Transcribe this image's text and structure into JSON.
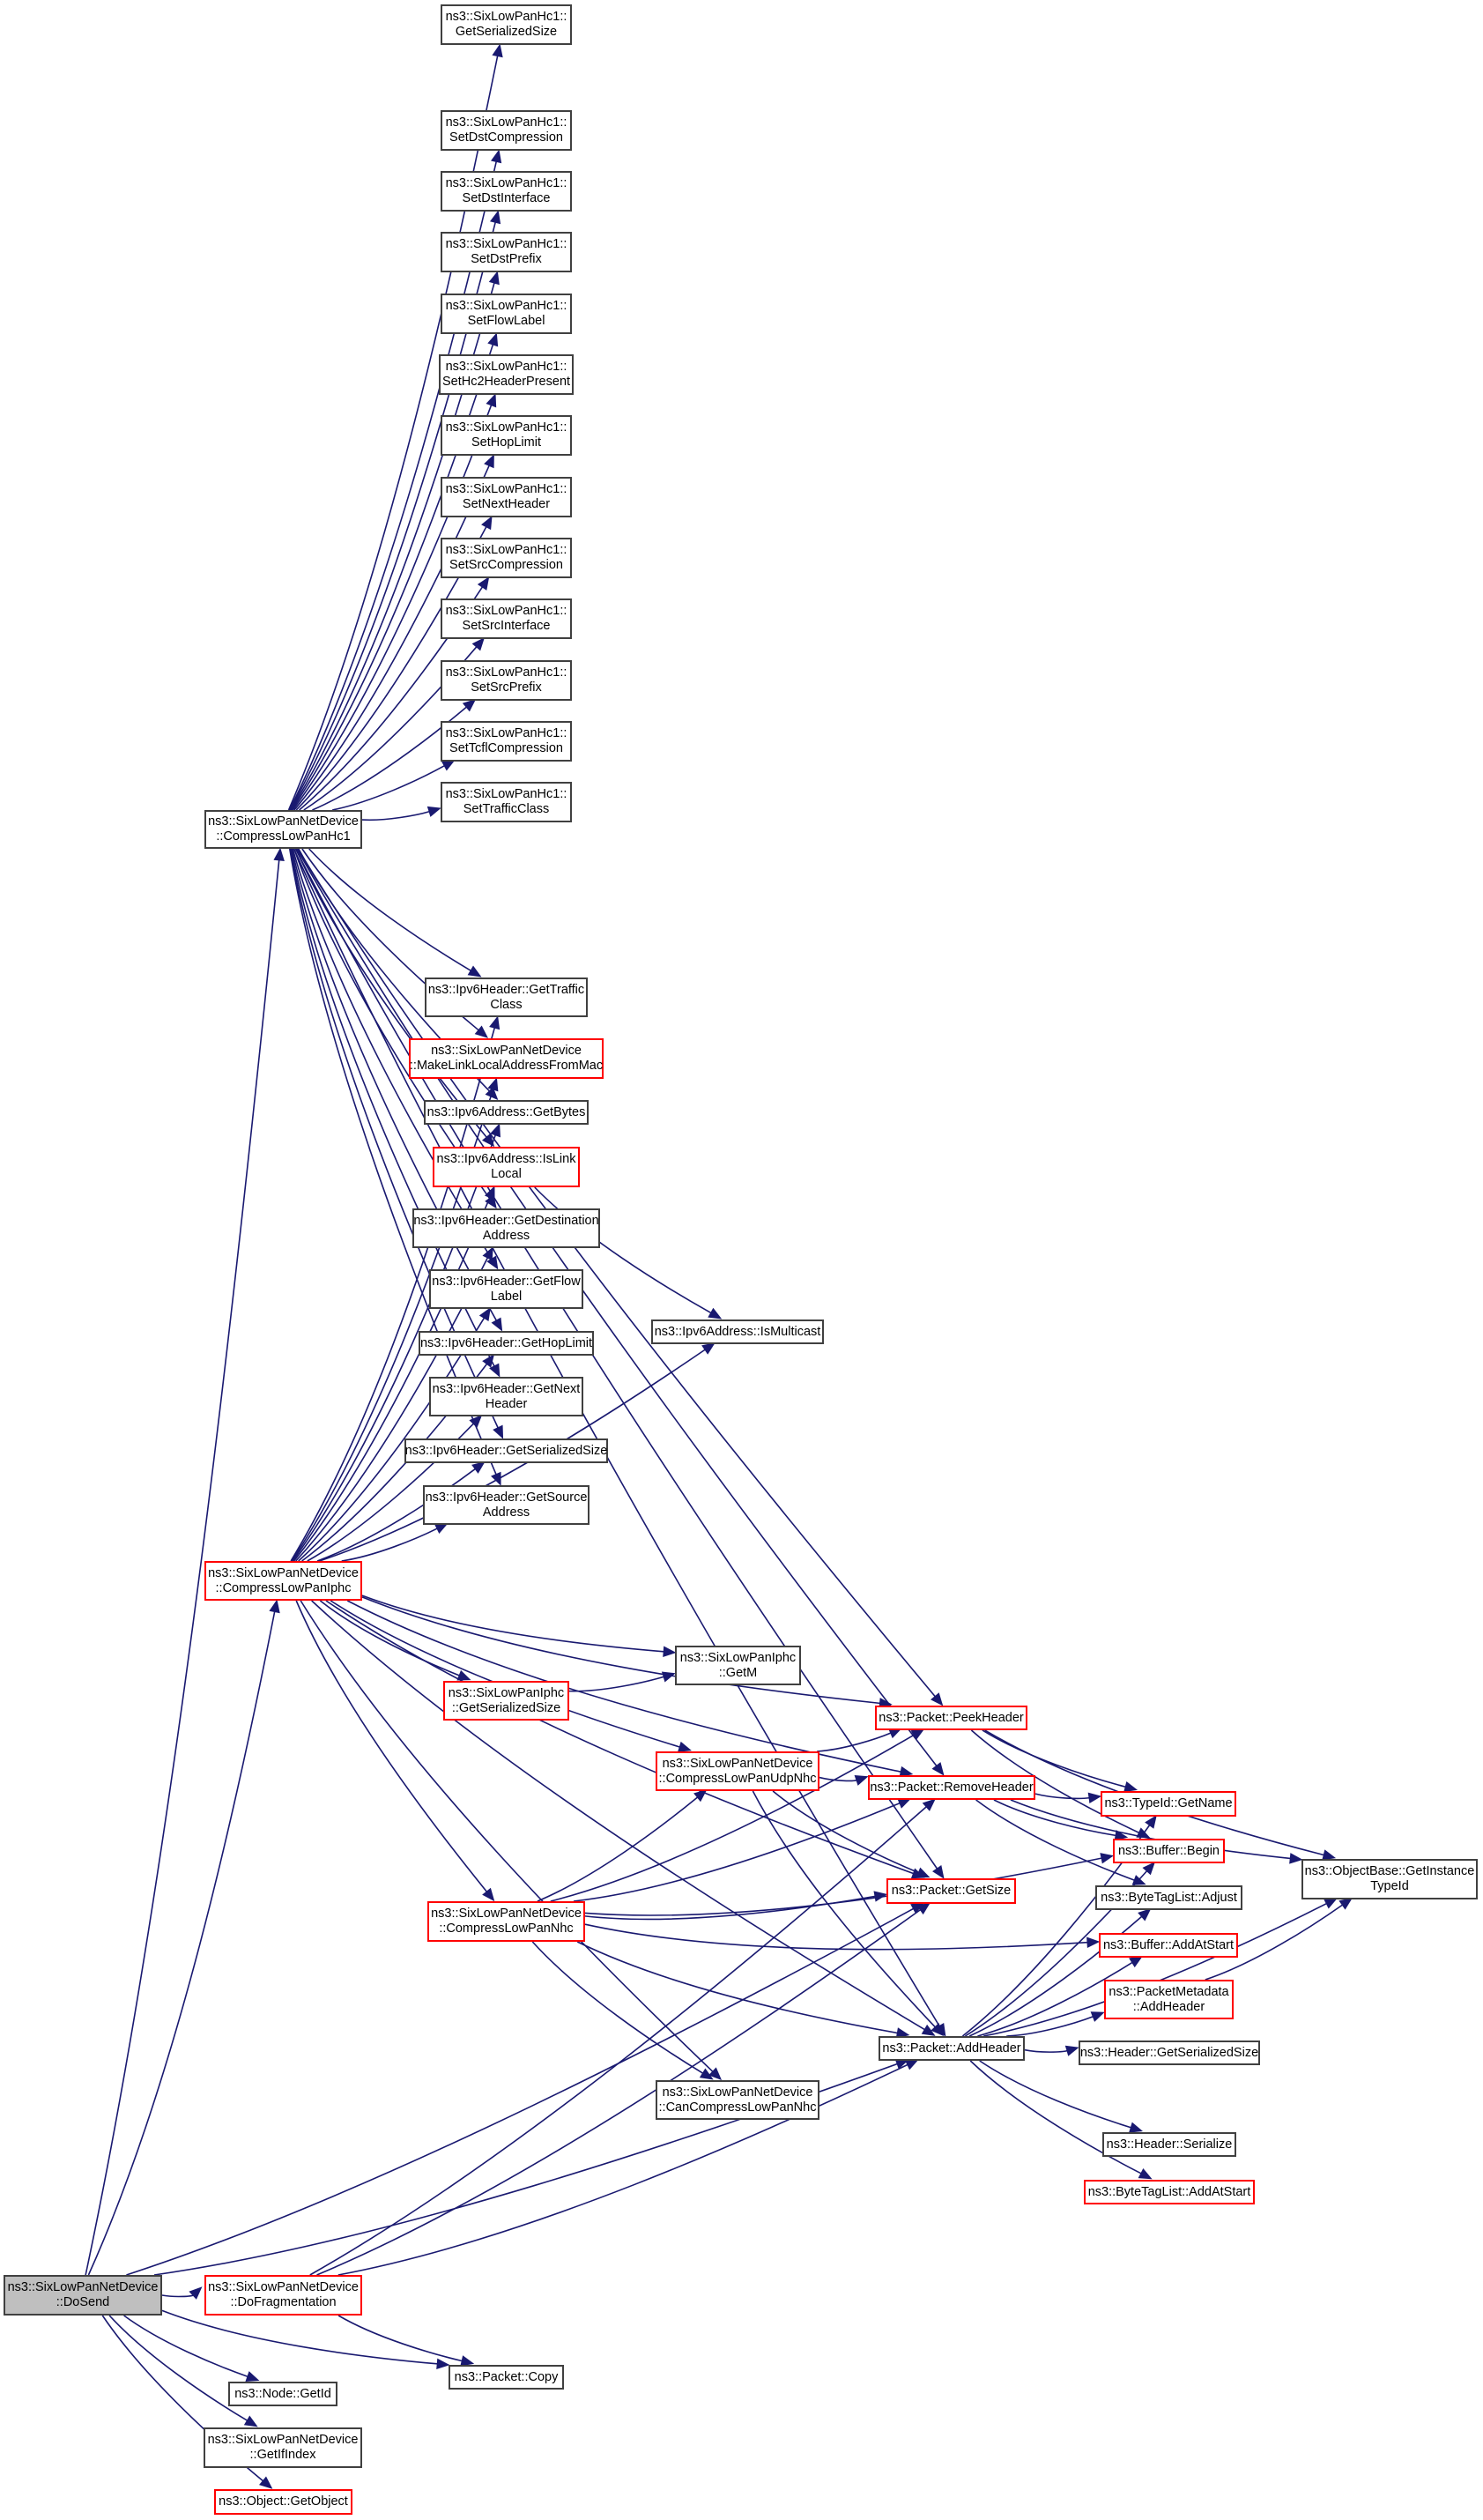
{
  "diagram": {
    "title": "Call graph of ns3::SixLowPanNetDevice::DoSend",
    "colors": {
      "edge": "#191970",
      "node_border": "#404040",
      "node_border_truncated": "#ff0000",
      "root_fill": "#bfbfbf"
    },
    "nodes": [
      {
        "id": "dosend",
        "lines": [
          "ns3::SixLowPanNetDevice",
          "::DoSend"
        ],
        "style": "root"
      },
      {
        "id": "hc1",
        "lines": [
          "ns3::SixLowPanNetDevice",
          "::CompressLowPanHc1"
        ],
        "style": "normal"
      },
      {
        "id": "iphc",
        "lines": [
          "ns3::SixLowPanNetDevice",
          "::CompressLowPanIphc"
        ],
        "style": "red"
      },
      {
        "id": "dofrag",
        "lines": [
          "ns3::SixLowPanNetDevice",
          "::DoFragmentation"
        ],
        "style": "red"
      },
      {
        "id": "getid",
        "lines": [
          "ns3::Node::GetId"
        ],
        "style": "normal"
      },
      {
        "id": "getifindex",
        "lines": [
          "ns3::SixLowPanNetDevice",
          "::GetIfIndex"
        ],
        "style": "normal"
      },
      {
        "id": "getobject",
        "lines": [
          "ns3::Object::GetObject"
        ],
        "style": "red"
      },
      {
        "id": "copy",
        "lines": [
          "ns3::Packet::Copy"
        ],
        "style": "normal"
      },
      {
        "id": "hc1_getser",
        "lines": [
          "ns3::SixLowPanHc1::",
          "GetSerializedSize"
        ],
        "style": "normal"
      },
      {
        "id": "hc1_setdstcomp",
        "lines": [
          "ns3::SixLowPanHc1::",
          "SetDstCompression"
        ],
        "style": "normal"
      },
      {
        "id": "hc1_setdstif",
        "lines": [
          "ns3::SixLowPanHc1::",
          "SetDstInterface"
        ],
        "style": "normal"
      },
      {
        "id": "hc1_setdstprefix",
        "lines": [
          "ns3::SixLowPanHc1::",
          "SetDstPrefix"
        ],
        "style": "normal"
      },
      {
        "id": "hc1_setflow",
        "lines": [
          "ns3::SixLowPanHc1::",
          "SetFlowLabel"
        ],
        "style": "normal"
      },
      {
        "id": "hc1_sethc2",
        "lines": [
          "ns3::SixLowPanHc1::",
          "SetHc2HeaderPresent"
        ],
        "style": "normal"
      },
      {
        "id": "hc1_sethop",
        "lines": [
          "ns3::SixLowPanHc1::",
          "SetHopLimit"
        ],
        "style": "normal"
      },
      {
        "id": "hc1_setnext",
        "lines": [
          "ns3::SixLowPanHc1::",
          "SetNextHeader"
        ],
        "style": "normal"
      },
      {
        "id": "hc1_setsrccomp",
        "lines": [
          "ns3::SixLowPanHc1::",
          "SetSrcCompression"
        ],
        "style": "normal"
      },
      {
        "id": "hc1_setsrcif",
        "lines": [
          "ns3::SixLowPanHc1::",
          "SetSrcInterface"
        ],
        "style": "normal"
      },
      {
        "id": "hc1_setsrcprefix",
        "lines": [
          "ns3::SixLowPanHc1::",
          "SetSrcPrefix"
        ],
        "style": "normal"
      },
      {
        "id": "hc1_settcfl",
        "lines": [
          "ns3::SixLowPanHc1::",
          "SetTcflCompression"
        ],
        "style": "normal"
      },
      {
        "id": "hc1_settraffic",
        "lines": [
          "ns3::SixLowPanHc1::",
          "SetTrafficClass"
        ],
        "style": "normal"
      },
      {
        "id": "ip6_gettraffic",
        "lines": [
          "ns3::Ipv6Header::GetTraffic",
          "Class"
        ],
        "style": "normal"
      },
      {
        "id": "makelinklocal",
        "lines": [
          "ns3::SixLowPanNetDevice",
          "::MakeLinkLocalAddressFromMac"
        ],
        "style": "red"
      },
      {
        "id": "ip6addr_getbytes",
        "lines": [
          "ns3::Ipv6Address::GetBytes"
        ],
        "style": "normal"
      },
      {
        "id": "ip6addr_islinklocal",
        "lines": [
          "ns3::Ipv6Address::IsLink",
          "Local"
        ],
        "style": "red"
      },
      {
        "id": "ip6_getdst",
        "lines": [
          "ns3::Ipv6Header::GetDestination",
          "Address"
        ],
        "style": "normal"
      },
      {
        "id": "ip6_getflow",
        "lines": [
          "ns3::Ipv6Header::GetFlow",
          "Label"
        ],
        "style": "normal"
      },
      {
        "id": "ip6_gethop",
        "lines": [
          "ns3::Ipv6Header::GetHopLimit"
        ],
        "style": "normal"
      },
      {
        "id": "ip6_getnext",
        "lines": [
          "ns3::Ipv6Header::GetNext",
          "Header"
        ],
        "style": "normal"
      },
      {
        "id": "ip6_getser",
        "lines": [
          "ns3::Ipv6Header::GetSerializedSize"
        ],
        "style": "normal"
      },
      {
        "id": "ip6_getsrc",
        "lines": [
          "ns3::Ipv6Header::GetSource",
          "Address"
        ],
        "style": "normal"
      },
      {
        "id": "ip6addr_ismulticast",
        "lines": [
          "ns3::Ipv6Address::IsMulticast"
        ],
        "style": "normal"
      },
      {
        "id": "iphc_getser",
        "lines": [
          "ns3::SixLowPanIphc",
          "::GetSerializedSize"
        ],
        "style": "red"
      },
      {
        "id": "iphc_getm",
        "lines": [
          "ns3::SixLowPanIphc",
          "::GetM"
        ],
        "style": "normal"
      },
      {
        "id": "udpnhc",
        "lines": [
          "ns3::SixLowPanNetDevice",
          "::CompressLowPanUdpNhc"
        ],
        "style": "red"
      },
      {
        "id": "nhc",
        "lines": [
          "ns3::SixLowPanNetDevice",
          "::CompressLowPanNhc"
        ],
        "style": "red"
      },
      {
        "id": "cancompnhc",
        "lines": [
          "ns3::SixLowPanNetDevice",
          "::CanCompressLowPanNhc"
        ],
        "style": "normal"
      },
      {
        "id": "peekheader",
        "lines": [
          "ns3::Packet::PeekHeader"
        ],
        "style": "red"
      },
      {
        "id": "removeheader",
        "lines": [
          "ns3::Packet::RemoveHeader"
        ],
        "style": "red"
      },
      {
        "id": "getsize",
        "lines": [
          "ns3::Packet::GetSize"
        ],
        "style": "red"
      },
      {
        "id": "addheader",
        "lines": [
          "ns3::Packet::AddHeader"
        ],
        "style": "normal"
      },
      {
        "id": "typeid_getname",
        "lines": [
          "ns3::TypeId::GetName"
        ],
        "style": "red"
      },
      {
        "id": "buffer_begin",
        "lines": [
          "ns3::Buffer::Begin"
        ],
        "style": "red"
      },
      {
        "id": "btl_adjust",
        "lines": [
          "ns3::ByteTagList::Adjust"
        ],
        "style": "normal"
      },
      {
        "id": "buffer_addatstart",
        "lines": [
          "ns3::Buffer::AddAtStart"
        ],
        "style": "red"
      },
      {
        "id": "pmeta_addheader",
        "lines": [
          "ns3::PacketMetadata",
          "::AddHeader"
        ],
        "style": "red"
      },
      {
        "id": "header_getser",
        "lines": [
          "ns3::Header::GetSerializedSize"
        ],
        "style": "normal"
      },
      {
        "id": "header_serialize",
        "lines": [
          "ns3::Header::Serialize"
        ],
        "style": "normal"
      },
      {
        "id": "btl_addatstart",
        "lines": [
          "ns3::ByteTagList::AddAtStart"
        ],
        "style": "red"
      },
      {
        "id": "getinstancetypeid",
        "lines": [
          "ns3::ObjectBase::GetInstance",
          "TypeId"
        ],
        "style": "normal"
      }
    ],
    "edges": [
      [
        "dosend",
        "hc1"
      ],
      [
        "dosend",
        "iphc"
      ],
      [
        "dosend",
        "dofrag"
      ],
      [
        "dosend",
        "getid"
      ],
      [
        "dosend",
        "getifindex"
      ],
      [
        "dosend",
        "getobject"
      ],
      [
        "dosend",
        "copy"
      ],
      [
        "dosend",
        "addheader"
      ],
      [
        "dosend",
        "getsize"
      ],
      [
        "hc1",
        "hc1_getser"
      ],
      [
        "hc1",
        "hc1_setdstcomp"
      ],
      [
        "hc1",
        "hc1_setdstif"
      ],
      [
        "hc1",
        "hc1_setdstprefix"
      ],
      [
        "hc1",
        "hc1_setflow"
      ],
      [
        "hc1",
        "hc1_sethc2"
      ],
      [
        "hc1",
        "hc1_sethop"
      ],
      [
        "hc1",
        "hc1_setnext"
      ],
      [
        "hc1",
        "hc1_setsrccomp"
      ],
      [
        "hc1",
        "hc1_setsrcif"
      ],
      [
        "hc1",
        "hc1_setsrcprefix"
      ],
      [
        "hc1",
        "hc1_settcfl"
      ],
      [
        "hc1",
        "hc1_settraffic"
      ],
      [
        "hc1",
        "peekheader"
      ],
      [
        "hc1",
        "removeheader"
      ],
      [
        "hc1",
        "addheader"
      ],
      [
        "hc1",
        "getsize"
      ],
      [
        "hc1",
        "ip6_gettraffic"
      ],
      [
        "hc1",
        "makelinklocal"
      ],
      [
        "hc1",
        "ip6addr_getbytes"
      ],
      [
        "hc1",
        "ip6addr_islinklocal"
      ],
      [
        "hc1",
        "ip6_getdst"
      ],
      [
        "hc1",
        "ip6_getflow"
      ],
      [
        "hc1",
        "ip6_gethop"
      ],
      [
        "hc1",
        "ip6_getnext"
      ],
      [
        "hc1",
        "ip6_getser"
      ],
      [
        "hc1",
        "ip6_getsrc"
      ],
      [
        "iphc",
        "ip6_gettraffic"
      ],
      [
        "iphc",
        "makelinklocal"
      ],
      [
        "iphc",
        "ip6addr_getbytes"
      ],
      [
        "iphc",
        "ip6addr_islinklocal"
      ],
      [
        "iphc",
        "ip6_getdst"
      ],
      [
        "iphc",
        "ip6_getflow"
      ],
      [
        "iphc",
        "ip6_gethop"
      ],
      [
        "iphc",
        "ip6_getnext"
      ],
      [
        "iphc",
        "ip6_getser"
      ],
      [
        "iphc",
        "ip6_getsrc"
      ],
      [
        "iphc",
        "ip6addr_ismulticast"
      ],
      [
        "iphc",
        "iphc_getser"
      ],
      [
        "iphc",
        "iphc_getm"
      ],
      [
        "iphc",
        "udpnhc"
      ],
      [
        "iphc",
        "nhc"
      ],
      [
        "iphc",
        "cancompnhc"
      ],
      [
        "iphc",
        "peekheader"
      ],
      [
        "iphc",
        "removeheader"
      ],
      [
        "iphc",
        "getsize"
      ],
      [
        "iphc",
        "addheader"
      ],
      [
        "ip6addr_islinklocal",
        "ip6addr_ismulticast"
      ],
      [
        "iphc_getser",
        "iphc_getm"
      ],
      [
        "udpnhc",
        "peekheader"
      ],
      [
        "udpnhc",
        "removeheader"
      ],
      [
        "udpnhc",
        "getsize"
      ],
      [
        "udpnhc",
        "addheader"
      ],
      [
        "nhc",
        "udpnhc"
      ],
      [
        "nhc",
        "cancompnhc"
      ],
      [
        "nhc",
        "peekheader"
      ],
      [
        "nhc",
        "removeheader"
      ],
      [
        "nhc",
        "getsize"
      ],
      [
        "nhc",
        "addheader"
      ],
      [
        "nhc",
        "buffer_addatstart"
      ],
      [
        "nhc",
        "buffer_begin"
      ],
      [
        "dofrag",
        "copy"
      ],
      [
        "dofrag",
        "getsize"
      ],
      [
        "dofrag",
        "addheader"
      ],
      [
        "dofrag",
        "removeheader"
      ],
      [
        "peekheader",
        "typeid_getname"
      ],
      [
        "peekheader",
        "buffer_begin"
      ],
      [
        "peekheader",
        "getinstancetypeid"
      ],
      [
        "removeheader",
        "typeid_getname"
      ],
      [
        "removeheader",
        "buffer_begin"
      ],
      [
        "removeheader",
        "btl_adjust"
      ],
      [
        "removeheader",
        "getinstancetypeid"
      ],
      [
        "addheader",
        "typeid_getname"
      ],
      [
        "addheader",
        "buffer_begin"
      ],
      [
        "addheader",
        "btl_adjust"
      ],
      [
        "addheader",
        "buffer_addatstart"
      ],
      [
        "addheader",
        "pmeta_addheader"
      ],
      [
        "addheader",
        "header_getser"
      ],
      [
        "addheader",
        "header_serialize"
      ],
      [
        "addheader",
        "btl_addatstart"
      ],
      [
        "addheader",
        "getinstancetypeid"
      ],
      [
        "pmeta_addheader",
        "getinstancetypeid"
      ]
    ]
  }
}
